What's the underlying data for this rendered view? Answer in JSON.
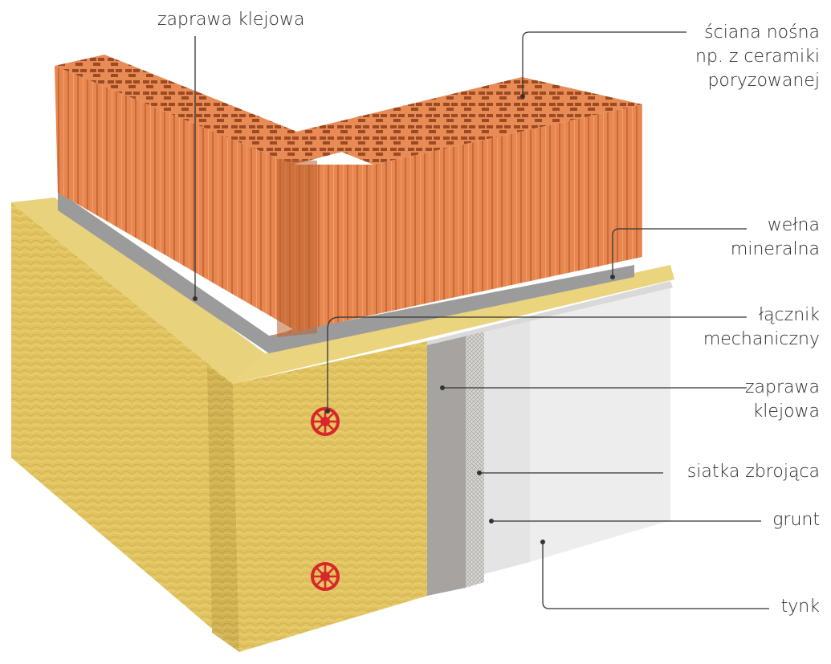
{
  "labels": {
    "zaprawa_top": "zaprawa  klejowa",
    "sciana": [
      "ściana nośna",
      "np. z ceramiki",
      "poryzowanej"
    ],
    "welna": [
      "wełna",
      "mineralna"
    ],
    "lacznik": [
      "łącznik",
      "mechaniczny"
    ],
    "zaprawa_right": [
      "zaprawa",
      "klejowa"
    ],
    "siatka": "siatka zbrojąca",
    "grunt": "grunt",
    "tynk": "tynk"
  },
  "colors": {
    "brick": "#e4834f",
    "brick_dark": "#b85a2c",
    "wool": "#e2c766",
    "wool_dark": "#c9ab4a",
    "mortar": "#9a9a9a",
    "adhesive": "#a9a6a3",
    "mesh": "#d8d6d2",
    "primer": "#e6e6e6",
    "plaster": "#eeeeee",
    "connector": "#d8262b",
    "leader": "#333333"
  }
}
